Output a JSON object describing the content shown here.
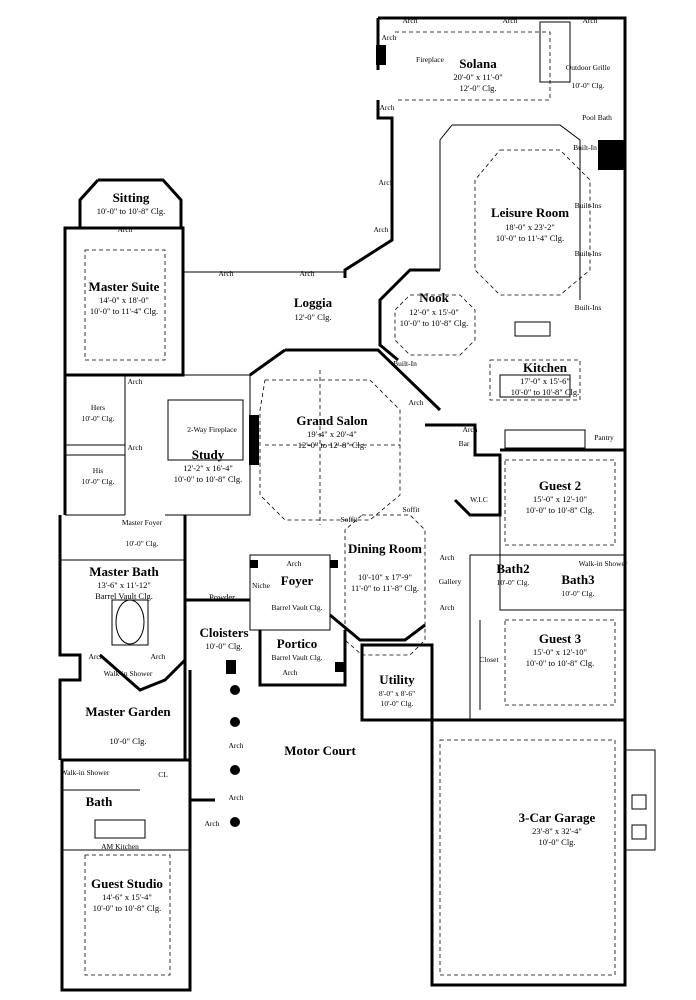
{
  "rooms": {
    "solana": {
      "name": "Solana",
      "dims": "20'-0\" x 11'-0\"",
      "clg": "12'-0\" Clg."
    },
    "outdoor_grille": {
      "name": "Outdoor Grille",
      "clg": "10'-0\" Clg."
    },
    "pool_bath": {
      "name": "Pool Bath"
    },
    "leisure_room": {
      "name": "Leisure Room",
      "dims": "18'-0\" x 23'-2\"",
      "clg": "10'-0\" to 11'-4\" Clg."
    },
    "nook": {
      "name": "Nook",
      "dims": "12'-0\" x 15'-0\"",
      "clg": "10'-0\" to 10'-8\" Clg."
    },
    "kitchen": {
      "name": "Kitchen",
      "dims": "17'-0\" x 15'-6\"",
      "clg": "10'-0\" to 10'-8\" Clg."
    },
    "loggia": {
      "name": "Loggia",
      "clg": "12'-0\" Clg."
    },
    "sitting": {
      "name": "Sitting",
      "clg": "10'-0\" to 10'-8\" Clg."
    },
    "master_suite": {
      "name": "Master Suite",
      "dims": "14'-0\" x 18'-0\"",
      "clg": "10'-0\" to 11'-4\" Clg."
    },
    "hers": {
      "name": "Hers",
      "clg": "10'-0\" Clg."
    },
    "his": {
      "name": "His",
      "clg": "10'-0\" Clg."
    },
    "study": {
      "name": "Study",
      "dims": "12'-2\" x 16'-4\"",
      "clg": "10'-0\" to 10'-8\" Clg."
    },
    "grand_salon": {
      "name": "Grand Salon",
      "dims": "19'-4\" x 20'-4\"",
      "clg": "12'-0\" to 12'-8\" Clg."
    },
    "guest2": {
      "name": "Guest 2",
      "dims": "15'-0\" x 12'-10\"",
      "clg": "10'-0\" to 10'-8\" Clg."
    },
    "master_foyer": {
      "name": "Master Foyer",
      "clg": "10'-0\" Clg."
    },
    "dining_room": {
      "name": "Dining Room",
      "dims": "10'-10\" x 17'-9\"",
      "clg": "11'-0\" to 11'-8\" Clg."
    },
    "master_bath": {
      "name": "Master Bath",
      "dims": "13'-6\" x 11'-12\"",
      "clg": "Barrel Vault Clg."
    },
    "powder": {
      "name": "Powder"
    },
    "foyer": {
      "name": "Foyer",
      "clg": "Barrel Vault Clg."
    },
    "gallery": {
      "name": "Gallery"
    },
    "bath2": {
      "name": "Bath2",
      "clg": "10'-0\" Clg."
    },
    "bath3": {
      "name": "Bath3",
      "clg": "10'-0\" Clg."
    },
    "cloisters": {
      "name": "Cloisters",
      "clg": "10'-0\" Clg."
    },
    "portico": {
      "name": "Portico",
      "clg": "Barrel Vault Clg."
    },
    "guest3": {
      "name": "Guest 3",
      "dims": "15'-0\" x 12'-10\"",
      "clg": "10'-0\" to 10'-8\" Clg."
    },
    "utility": {
      "name": "Utility",
      "dims": "8'-0\" x 8'-6\"",
      "clg": "10'-0\" Clg."
    },
    "master_garden": {
      "name": "Master Garden",
      "clg": "10'-0\" Clg."
    },
    "motor_court": {
      "name": "Motor Court"
    },
    "bath": {
      "name": "Bath"
    },
    "garage": {
      "name": "3-Car Garage",
      "dims": "23'-8\" x 32'-4\"",
      "clg": "10'-0\" Clg."
    },
    "guest_studio": {
      "name": "Guest Studio",
      "dims": "14'-6\" x 15'-4\"",
      "clg": "10'-0\" to 10'-8\" Clg."
    }
  },
  "fixtures": {
    "arch": "Arch",
    "fireplace": "Fireplace",
    "two_way_fireplace": "2-Way Fireplace",
    "built_ins": "Built-Ins",
    "built_in": "Built-In",
    "bar": "Bar",
    "pantry": "Pantry",
    "wic": "W.I.C",
    "soffit": "Soffit",
    "niche": "Niche",
    "closet": "Closet",
    "walk_in_shower": "Walk-in Shower",
    "cl": "CL",
    "am_kitchen": "AM Kitchen"
  }
}
